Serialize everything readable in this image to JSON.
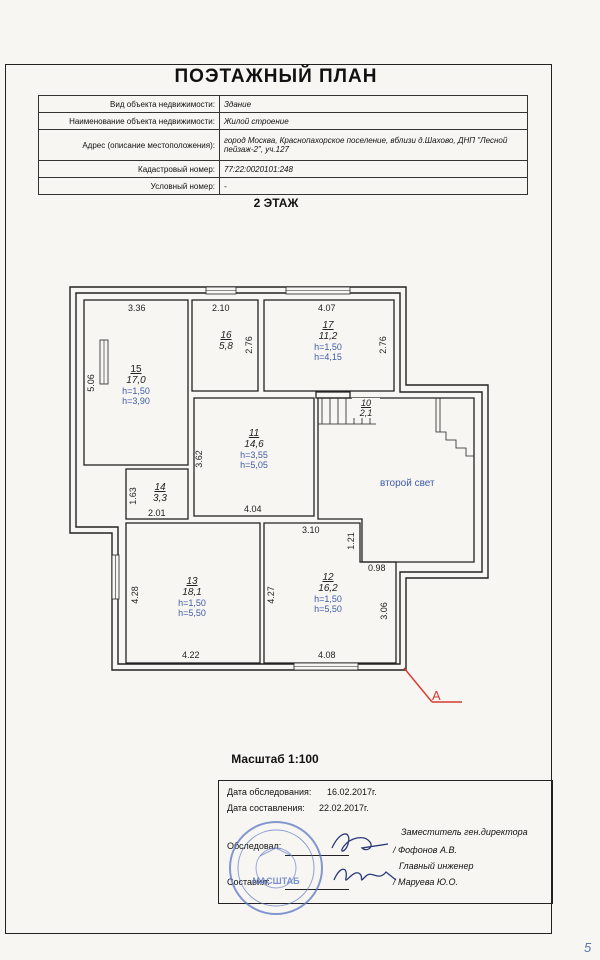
{
  "document": {
    "title": "ПОЭТАЖНЫЙ ПЛАН",
    "info": [
      {
        "key": "Вид объекта недвижимости:",
        "value": "Здание"
      },
      {
        "key": "Наименование объекта недвижимости:",
        "value": "Жилой строение"
      },
      {
        "key": "Адрес (описание местоположения):",
        "value": "город Москва, Краснопахорское поселение, вблизи д.Шахово, ДНП \"Лесной пейзаж-2\", уч.127"
      },
      {
        "key": "Кадастровый номер:",
        "value": "77:22:0020101:248"
      },
      {
        "key": "Условный номер:",
        "value": "-"
      }
    ],
    "floor_label": "2 ЭТАЖ",
    "scale": "Масштаб 1:100",
    "page_number": "5"
  },
  "rooms": [
    {
      "num": "15",
      "area": "17,0",
      "h1": "h=1,50",
      "h2": "h=3,90"
    },
    {
      "num": "16",
      "area": "5,8"
    },
    {
      "num": "17",
      "area": "11,2",
      "h1": "h=1,50",
      "h2": "h=4,15"
    },
    {
      "num": "10",
      "area": "2,1"
    },
    {
      "num": "11",
      "area": "14,6",
      "h1": "h=3,55",
      "h2": "h=5,05"
    },
    {
      "num": "14",
      "area": "3,3"
    },
    {
      "num": "13",
      "area": "18,1",
      "h1": "h=1,50",
      "h2": "h=5,50"
    },
    {
      "num": "12",
      "area": "16,2",
      "h1": "h=1,50",
      "h2": "h=5,50"
    }
  ],
  "void_label": "второй свет",
  "dimensions": {
    "d336": "3.36",
    "d210": "2.10",
    "d407": "4.07",
    "d276a": "2.76",
    "d276b": "2.76",
    "d506": "5.06",
    "d362": "3.62",
    "d163": "1.63",
    "d201": "2.01",
    "d404": "4.04",
    "d310": "3.10",
    "d121": "1.21",
    "d098": "0.98",
    "d428": "4.28",
    "d427": "4.27",
    "d306": "3.06",
    "d422": "4.22",
    "d408": "4.08"
  },
  "axis_label": "А",
  "colors": {
    "blue": "#3e5ca8",
    "red": "#d63a2e",
    "stamp": "#5b76c4"
  },
  "signoff": {
    "survey_label": "Дата обследования:",
    "survey_date": "16.02.2017г.",
    "compile_label": "Дата составления:",
    "compile_date": "22.02.2017г.",
    "checked_label": "Обследовал:",
    "checked_title": "Заместитель ген.директора",
    "checked_name": "/ Фофонов А.В.",
    "compiled_label": "Составил:",
    "compiled_title": "Главный инженер",
    "compiled_name": "/ Маруева Ю.О.",
    "stamp_text": "МАСШТАБ"
  }
}
